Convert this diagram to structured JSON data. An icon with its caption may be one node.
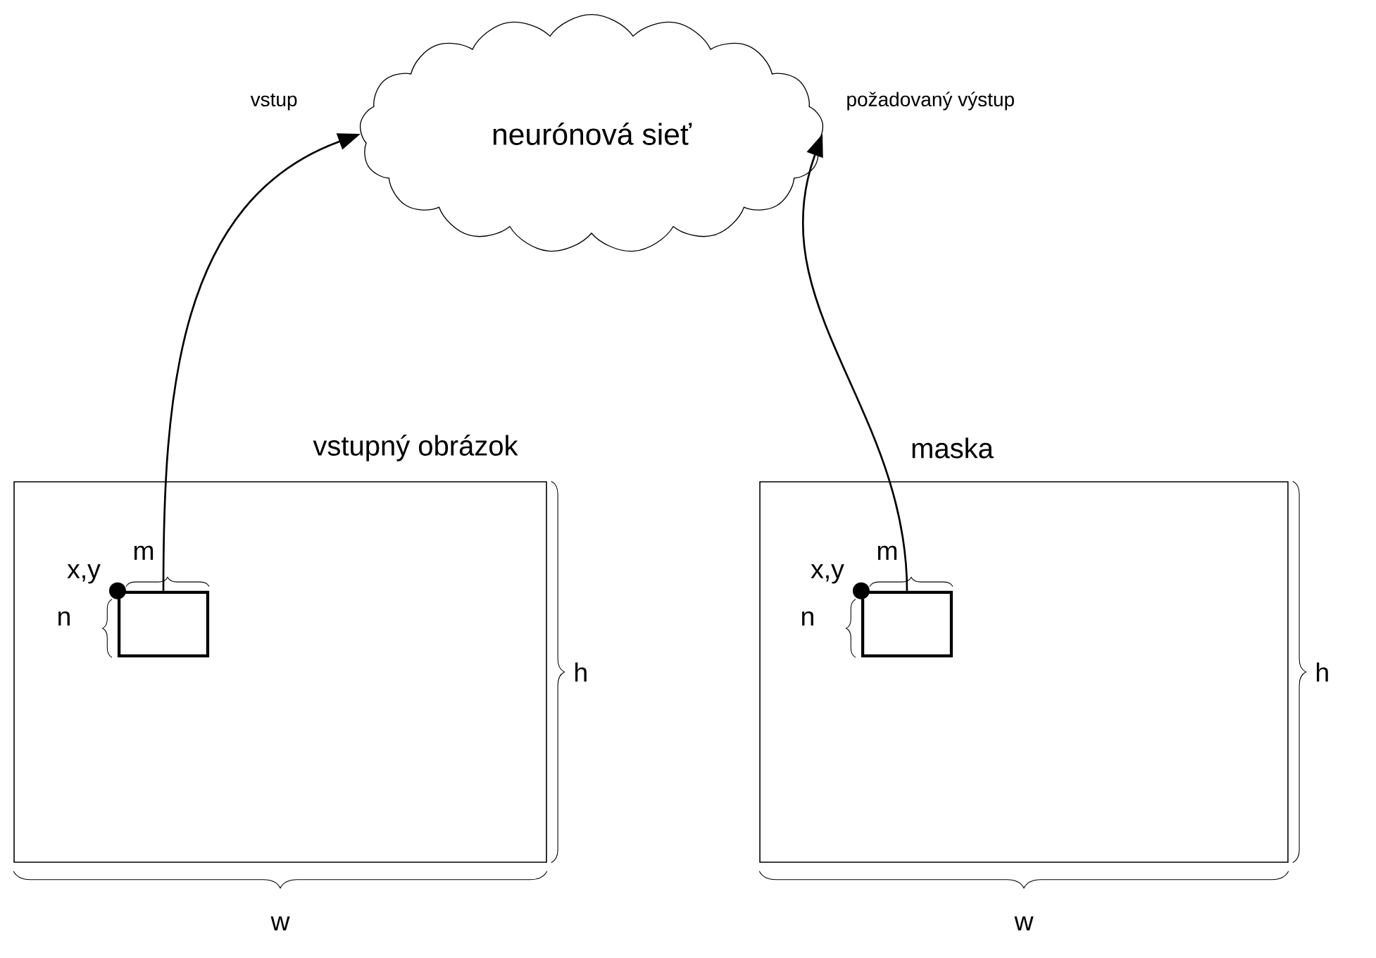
{
  "diagram": {
    "nodes": [
      {
        "text": [
          "neurónová sieť"
        ]
      },
      {
        "text": [
          "vstupný obrázok"
        ]
      },
      {
        "text": [],
        "shape": "box",
        "in": 1
      },
      {
        "text": [
          "maska"
        ]
      },
      {
        "text": [],
        "shape": "box",
        "in": 3
      }
    ],
    "edges": [
      {
        "from": 2,
        "to": 0,
        "arrow": "to",
        "label": "vstup"
      },
      {
        "from": 4,
        "to": 0,
        "arrow": "to",
        "label": "požadovaný výstup"
      }
    ],
    "labels": [
      "x,y",
      "m",
      "n",
      "h",
      "w",
      "x,y",
      "m",
      "n",
      "h",
      "w"
    ]
  }
}
